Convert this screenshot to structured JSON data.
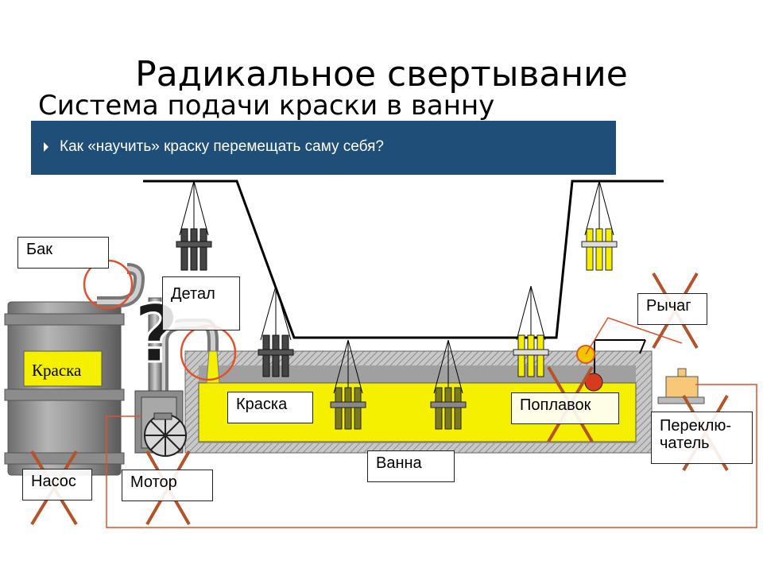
{
  "slide": {
    "title": "Радикальное свертывание",
    "subtitle": "Система подачи краски в ванну",
    "banner_text": "Как «научить» краску перемещать саму себя?"
  },
  "labels": {
    "bak": "Бак",
    "kraska_tank": "Краска",
    "detal": "Детал",
    "kraska_bath": "Краска",
    "nasos": "Насос",
    "motor": "Мотор",
    "vanna": "Ванна",
    "poplavok": "Поплавок",
    "rychag": "Рычаг",
    "pereklyu_line1": "Переклю-",
    "pereklyu_line2": "чатель",
    "question": "?"
  },
  "colors": {
    "banner": "#1f4e79",
    "paint": "#f5ef00",
    "cross": "#b4532a",
    "circle": "#e2512a",
    "wire": "#e2512a"
  }
}
